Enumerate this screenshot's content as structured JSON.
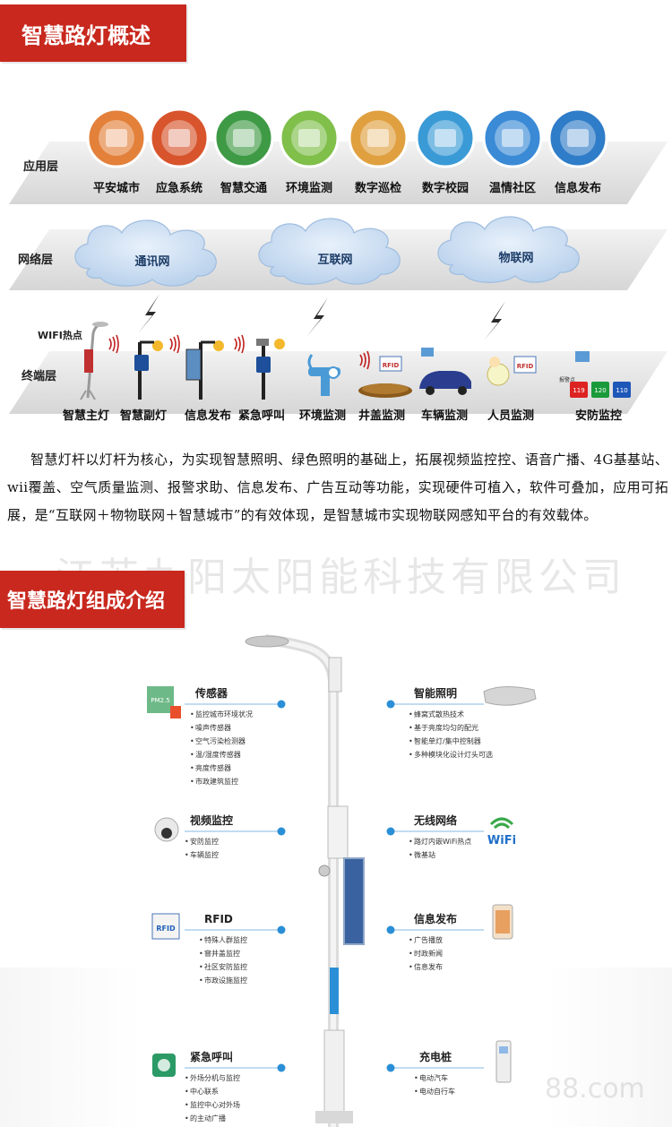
{
  "sections": {
    "overview_title": "智慧路灯概述",
    "composition_title": "智慧路灯组成介绍"
  },
  "layers": {
    "app": "应用层",
    "network": "网络层",
    "terminal": "终端层",
    "wifi": "WIFI热点"
  },
  "apps": [
    "平安城市",
    "应急系统",
    "智慧交通",
    "环境监测",
    "数字巡检",
    "数字校园",
    "温情社区",
    "信息发布"
  ],
  "clouds": [
    "通讯网",
    "互联网",
    "物联网"
  ],
  "terminals": [
    "智慧主灯",
    "智慧副灯",
    "信息发布",
    "紧急呼叫",
    "环境监测",
    "井盖监测",
    "车辆监测",
    "人员监测",
    "安防监控"
  ],
  "badges": {
    "rfid": "RFID",
    "n119": "119",
    "n120": "120",
    "n110": "110",
    "alarm": "报警点"
  },
  "description": "智慧灯杆以灯杆为核心，为实现智慧照明、绿色照明的基础上，拓展视频监控控、语音广播、4G基基站、wii覆盖、空气质量监测、报警求助、信息发布、广告互动等功能，实现硬件可植入，软件可叠加，应用可拓展，是“互联网＋物物联网＋智慧城市”的有效体现，是智慧城市实现物联网感知平台的有效载体。",
  "watermark": "江苏九阳太阳能科技有限公司",
  "watermark2": "88.com",
  "components": {
    "sensor": {
      "title": "传感器",
      "items": [
        "监控城市环境状况",
        "噪声传感器",
        "空气污染检测器",
        "温/湿度传感器",
        "亮度传感器",
        "市政建筑监控"
      ]
    },
    "video": {
      "title": "视频监控",
      "items": [
        "安防监控",
        "车辆监控"
      ]
    },
    "rfid": {
      "title": "RFID",
      "items": [
        "特殊人群监控",
        "窨井盖监控",
        "社区安防监控",
        "市政设施监控"
      ]
    },
    "emergency": {
      "title": "紧急呼叫",
      "items": [
        "外场分机与监控",
        "中心联系",
        "监控中心对外场",
        "的主动广播"
      ]
    },
    "lighting": {
      "title": "智能照明",
      "items": [
        "蜂窝式散热技术",
        "基于亮度均匀的配光",
        "智能单灯/集中控制器",
        "多种模块化设计灯头可选"
      ]
    },
    "wireless": {
      "title": "无线网络",
      "items": [
        "路灯内嵌WiFi热点",
        "微基站"
      ]
    },
    "info": {
      "title": "信息发布",
      "items": [
        "广告播放",
        "时政新闻",
        "信息发布"
      ]
    },
    "charging": {
      "title": "充电桩",
      "items": [
        "电动汽车",
        "电动自行车"
      ]
    },
    "wifi_label": "WiFi",
    "pm_label": "PM2.5"
  },
  "colors": {
    "banner": "#c8281e",
    "plane": "#e6e6e6",
    "cloud": "#c7dcf3",
    "accent": "#1f6fc8",
    "dot": "#2a8fd6"
  }
}
